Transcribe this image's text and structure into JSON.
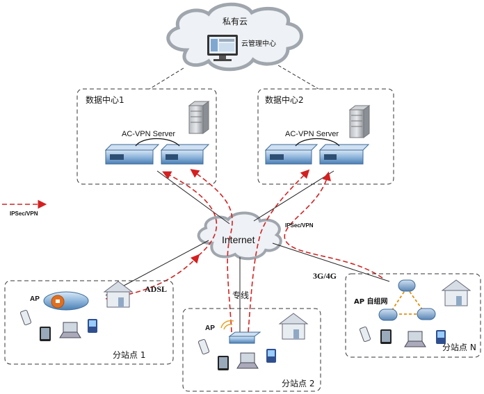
{
  "cloud": {
    "title": "私有云",
    "center_label": "云管理中心"
  },
  "datacenters": [
    {
      "title": "数据中心1",
      "server_label": "AC-VPN Server"
    },
    {
      "title": "数据中心2",
      "server_label": "AC-VPN Server"
    }
  ],
  "legend": {
    "label": "IPSec/VPN"
  },
  "internet": {
    "label": "Internet"
  },
  "links": {
    "adsl": "ADSL",
    "leased": "专线",
    "mobile": "3G/4G",
    "ipsec": "IPSec/VPN"
  },
  "branches": [
    {
      "title": "分站点 1",
      "ap_label": "AP"
    },
    {
      "title": "分站点 2",
      "ap_label": "AP"
    },
    {
      "title": "分站点 N",
      "ap_label": "AP 自组网"
    }
  ],
  "colors": {
    "vpn_line": "#d42020",
    "box_border": "#333333",
    "cloud_fill": "#eef1f5",
    "cloud_stroke": "#a0a6ad",
    "device_blue": "#5b9bd5"
  }
}
